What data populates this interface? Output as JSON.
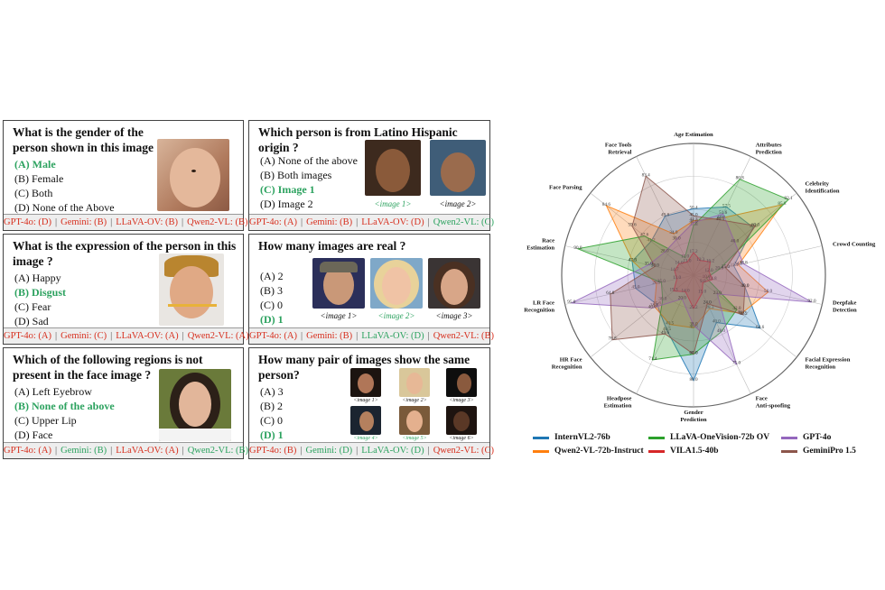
{
  "panels": [
    {
      "question": "What is the gender of the person shown in this image ?",
      "options": [
        "(A) Male",
        "(B) Female",
        "(C) Both",
        "(D) None of the Above"
      ],
      "correct": 0,
      "footer": [
        {
          "text": "GPT-4o: (D)",
          "ok": false
        },
        {
          "text": "Gemini: (B)",
          "ok": false
        },
        {
          "text": "LLaVA-OV: (B)",
          "ok": false
        },
        {
          "text": "Qwen2-VL: (B)",
          "ok": false
        }
      ]
    },
    {
      "question": "Which person is from Latino Hispanic origin ?",
      "options": [
        "(A) None of the above",
        "(B) Both images",
        "(C) Image 1",
        "(D) Image 2"
      ],
      "correct": 2,
      "captions": [
        "<image 1>",
        "<image 2>"
      ],
      "footer": [
        {
          "text": "GPT-4o: (A)",
          "ok": false
        },
        {
          "text": "Gemini: (B)",
          "ok": false
        },
        {
          "text": "LLaVA-OV: (D)",
          "ok": false
        },
        {
          "text": "Qwen2-VL: (C)",
          "ok": true
        }
      ]
    },
    {
      "question": "What is the expression of the person in this image ?",
      "options": [
        "(A) Happy",
        "(B) Disgust",
        "(C) Fear",
        "(D) Sad"
      ],
      "correct": 1,
      "footer": [
        {
          "text": "GPT-4o: (A)",
          "ok": false
        },
        {
          "text": "Gemini: (C)",
          "ok": false
        },
        {
          "text": "LLaVA-OV: (A)",
          "ok": false
        },
        {
          "text": "Qwen2-VL: (A)",
          "ok": false
        }
      ]
    },
    {
      "question": "How many images are real ?",
      "options": [
        "(A) 2",
        "(B) 3",
        "(C) 0",
        "(D) 1"
      ],
      "correct": 3,
      "captions": [
        "<image 1>",
        "<image 2>",
        "<image 3>"
      ],
      "footer": [
        {
          "text": "GPT-4o: (A)",
          "ok": false
        },
        {
          "text": "Gemini: (B)",
          "ok": false
        },
        {
          "text": "LLaVA-OV: (D)",
          "ok": true
        },
        {
          "text": "Qwen2-VL: (B)",
          "ok": false
        }
      ]
    },
    {
      "question": "Which of the following regions is not present in the face image ?",
      "options": [
        "(A) Left Eyebrow",
        "(B) None of the above",
        "(C) Upper Lip",
        "(D) Face"
      ],
      "correct": 1,
      "footer": [
        {
          "text": "GPT-4o: (A)",
          "ok": false
        },
        {
          "text": "Gemini: (B)",
          "ok": true
        },
        {
          "text": "LLaVA-OV: (A)",
          "ok": false
        },
        {
          "text": "Qwen2-VL: (B)",
          "ok": true
        }
      ]
    },
    {
      "question": "How many pair of images show the same person?",
      "options": [
        "(A) 3",
        "(B) 2",
        "(C) 0",
        "(D) 1"
      ],
      "correct": 3,
      "captions": [
        "<image 1>",
        "<image 2>",
        "<image 3>",
        "<image 4>",
        "<image 5>",
        "<image 6>"
      ],
      "footer": [
        {
          "text": "GPT-4o: (B)",
          "ok": false
        },
        {
          "text": "Gemini: (D)",
          "ok": true
        },
        {
          "text": "LLaVA-OV: (D)",
          "ok": true
        },
        {
          "text": "Qwen2-VL: (C)",
          "ok": false
        }
      ]
    }
  ],
  "chart_data": {
    "type": "radar",
    "axes": [
      "Age Estimation",
      "Attributes Prediction",
      "Celebrity Identification",
      "Crowd Counting",
      "Deepfake Detection",
      "Facial Expression Recognition",
      "Face Anti-spoofing",
      "Gender Prediction",
      "Headpose Estimation",
      "HR Face Recognition",
      "LR Face Recognition",
      "Race Estimation",
      "Face Parsing",
      "Face Tools Retrieval"
    ],
    "rmax": 100,
    "grid": true,
    "series": [
      {
        "name": "InternVL2-76b",
        "color": "#1f77b4",
        "values": [
          50.4,
          57.5,
          58.0,
          31.4,
          40.0,
          64.6,
          40.0,
          80.0,
          46.5,
          35.6,
          45.0,
          47.8,
          41.2,
          49.8
        ]
      },
      {
        "name": "Qwen2-VL-72b-Instruct",
        "color": "#ff7f0e",
        "values": [
          41.3,
          48.0,
          85.8,
          34.9,
          58.0,
          46.6,
          28.3,
          40.0,
          41.5,
          38.0,
          28.9,
          47.3,
          84.6,
          34.9
        ]
      },
      {
        "name": "LLaVA-OneVision-72b OV",
        "color": "#2ca02c",
        "values": [
          37.8,
          80.8,
          92.1,
          20.0,
          10.0,
          42.0,
          48.0,
          60.0,
          71.4,
          30.0,
          25.0,
          90.0,
          47.6,
          15.0
        ]
      },
      {
        "name": "VILA1.5-40b",
        "color": "#d62728",
        "values": [
          17.2,
          12.3,
          16.2,
          12.0,
          14.8,
          9.0,
          15.0,
          25.2,
          14.0,
          19.3,
          13.0,
          14.7,
          14.0,
          11.0
        ]
      },
      {
        "name": "GPT-4o",
        "color": "#9467bd",
        "values": [
          40.0,
          51.6,
          40.0,
          38.8,
          92.0,
          23.0,
          75.0,
          38.0,
          20.0,
          40.0,
          95.0,
          35.0,
          28.0,
          30.0
        ]
      },
      {
        "name": "GeminiPro 1.5",
        "color": "#8c564b",
        "values": [
          45.0,
          46.5,
          60.0,
          25.0,
          40.0,
          48.2,
          24.0,
          60.0,
          49.6,
          78.8,
          64.8,
          30.0,
          59.6,
          83.4
        ]
      }
    ]
  }
}
